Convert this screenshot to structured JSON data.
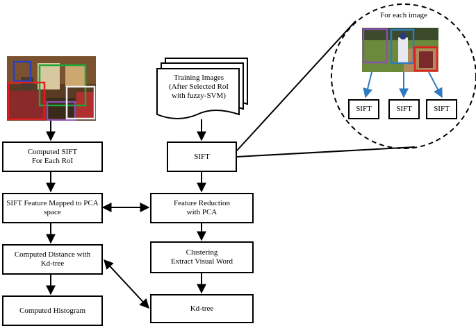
{
  "circle": {
    "title": "For each image",
    "sift_labels": [
      "SIFT",
      "SIFT",
      "SIFT"
    ]
  },
  "training": {
    "label": "Training Images\n(After Selected RoI\nwith fuzzy-SVM)"
  },
  "left_column": {
    "computed_sift": "Computed SIFT\nFor Each RoI",
    "pca_mapped": "SIFT Feature Mapped to PCA\nspace",
    "distance": "Computed Distance with\nKd-tree",
    "histogram": "Computed Histogram"
  },
  "right_column": {
    "sift": "SIFT",
    "reduction": "Feature Reduction\nwith PCA",
    "clustering": "Clustering\nExtract Visual Word",
    "kdtree": "Kd-tree"
  },
  "colors": {
    "roi_blue": "#2a3fbf",
    "roi_green": "#1fa83a",
    "roi_red": "#e02020",
    "roi_purple": "#8a4fb0",
    "roi_white": "#f0f0f0",
    "arrow_blue": "#2e7bbf"
  }
}
